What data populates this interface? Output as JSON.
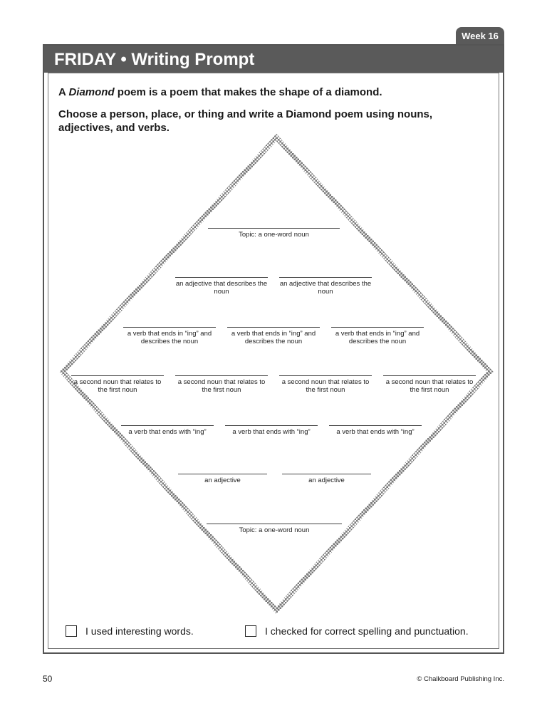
{
  "week_tab": "Week 16",
  "header_title": "FRIDAY • Writing Prompt",
  "intro": {
    "line1_a": "A ",
    "line1_em": "Diamond",
    "line1_b": " poem is a poem that makes the shape of a diamond.",
    "line2": "Choose a person, place, or thing and write a Diamond poem using nouns, adjectives, and verbs."
  },
  "rows": [
    [
      "Topic: a one-word noun"
    ],
    [
      "an adjective that describes the noun",
      "an adjective that describes the noun"
    ],
    [
      "a verb that ends in “ing” and describes the noun",
      "a verb that ends in “ing” and describes the noun",
      "a verb that ends in “ing” and describes the noun"
    ],
    [
      "a second noun that relates to the first noun",
      "a second noun that relates to the first noun",
      "a second noun that relates to the first noun",
      "a second noun that relates to the first noun"
    ],
    [
      "a verb that ends with “ing”",
      "a verb that ends with “ing”",
      "a verb that ends with “ing”"
    ],
    [
      "an adjective",
      "an adjective"
    ],
    [
      "Topic: a one-word noun"
    ]
  ],
  "checklist": {
    "item1": "I used interesting words.",
    "item2": "I checked for correct spelling and punctuation."
  },
  "footer": {
    "page_number": "50",
    "copyright": "© Chalkboard Publishing Inc."
  }
}
